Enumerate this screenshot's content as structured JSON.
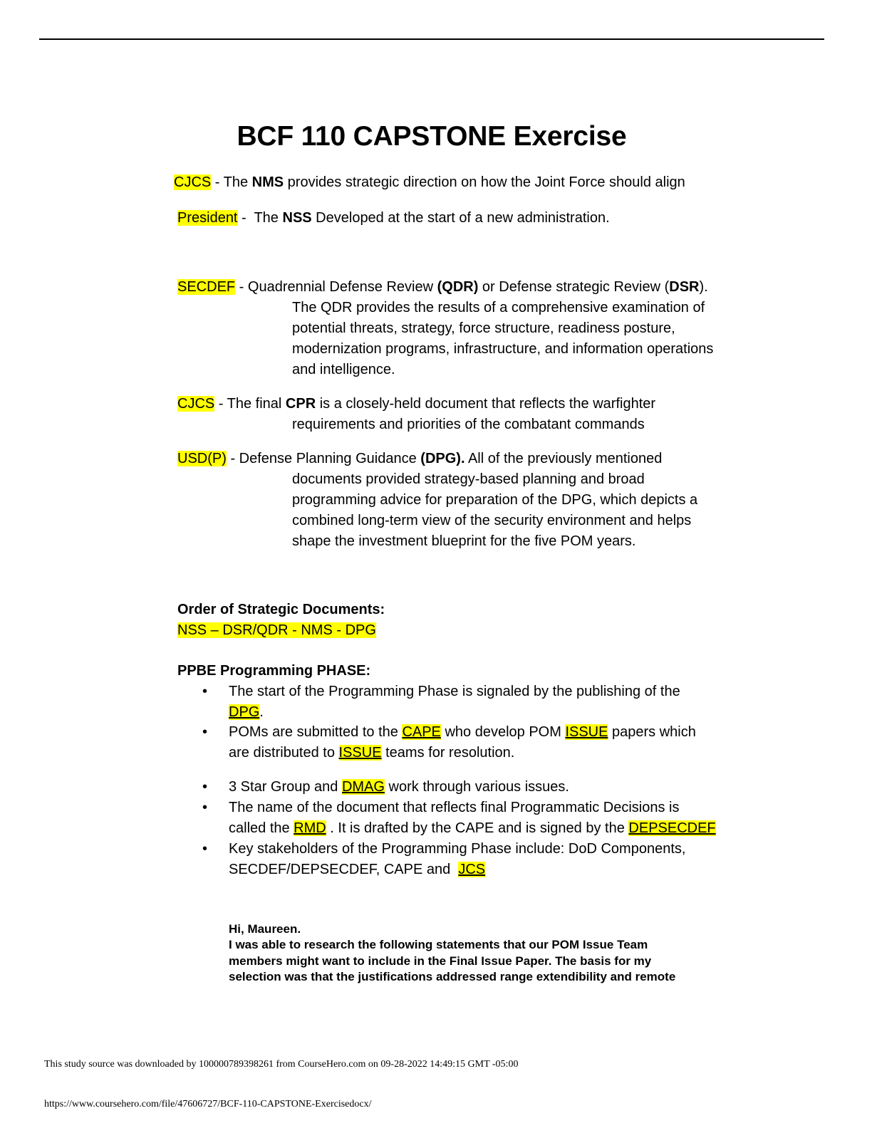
{
  "document": {
    "title": "BCF 110 CAPSTONE Exercise",
    "entries": [
      {
        "role": "CJCS",
        "line1_prefix": " - The ",
        "bold1": "NMS",
        "line1_suffix": " provides strategic direction on how the Joint Force should align"
      },
      {
        "role": "President",
        "line1_prefix": " -  The ",
        "bold1": "NSS",
        "line1_suffix": " Developed at the start of a new administration."
      },
      {
        "role": "SECDEF",
        "line1_prefix": " - Quadrennial Defense Review ",
        "bold1": "(QDR)",
        "line1_mid": " or Defense strategic Review (",
        "bold2": "DSR",
        "line1_suffix": ").",
        "continuation": [
          "The QDR provides the results of a comprehensive examination of",
          "potential threats, strategy, force structure, readiness posture,",
          "modernization programs, infrastructure, and information operations",
          "and intelligence."
        ]
      },
      {
        "role": "CJCS",
        "line1_prefix": " - The final ",
        "bold1": "CPR",
        "line1_suffix": " is a closely-held document that reflects the warfighter",
        "continuation": [
          "requirements and priorities of the combatant commands"
        ]
      },
      {
        "role": "USD(P)",
        "line1_prefix": " - Defense Planning Guidance ",
        "bold1": "(DPG).",
        "line1_suffix": " All of the previously mentioned",
        "continuation": [
          "documents provided strategy-based planning and broad",
          "programming advice for preparation of the DPG, which depicts a",
          "combined long-term view of the security environment and helps",
          "shape the investment blueprint for the five POM years."
        ]
      }
    ],
    "order_section": {
      "heading": "Order of Strategic Documents:",
      "value": "NSS – DSR/QDR - NMS - DPG"
    },
    "ppbe_section": {
      "heading": "PPBE Programming PHASE:",
      "bullets": [
        {
          "l1": "The start of the Programming Phase is signaled by the publishing of the",
          "l2_answer": "DPG",
          "l2_suffix": "."
        },
        {
          "l1_prefix": "POMs are submitted to the ",
          "l1_answer1": "CAPE",
          "l1_mid": " who develop POM ",
          "l1_answer2": "ISSUE",
          "l1_suffix": " papers which",
          "l2_prefix": "are distributed to ",
          "l2_answer": "ISSUE",
          "l2_suffix": " teams for resolution."
        },
        {
          "l1_prefix": "3 Star Group and ",
          "l1_answer": "DMAG",
          "l1_suffix": " work through various issues."
        },
        {
          "l1": "The name of the document that reflects final Programmatic Decisions is",
          "l2_prefix": "called the ",
          "l2_answer1": "RMD",
          "l2_mid": " . It is drafted by the CAPE and is signed by the ",
          "l2_answer2": "DEPSECDEF"
        },
        {
          "l1": "Key stakeholders of the Programming Phase include: DoD Components,",
          "l2_prefix": "SECDEF/DEPSECDEF, CAPE and  ",
          "l2_answer": "JCS"
        }
      ]
    },
    "email": {
      "greeting": "Hi, Maureen.",
      "lines": [
        "I was able to research the following statements that our POM Issue Team",
        "members might want to include in the Final Issue Paper. The basis for my",
        "selection was that the justifications addressed range extendibility and remote"
      ]
    }
  },
  "footer": {
    "download_notice": "This study source was downloaded by 100000789398261 from CourseHero.com on 09-28-2022 14:49:15 GMT -05:00",
    "url": "https://www.coursehero.com/file/47606727/BCF-110-CAPSTONE-Exercisedocx/"
  },
  "colors": {
    "highlight": "#ffff00",
    "text": "#000000"
  }
}
